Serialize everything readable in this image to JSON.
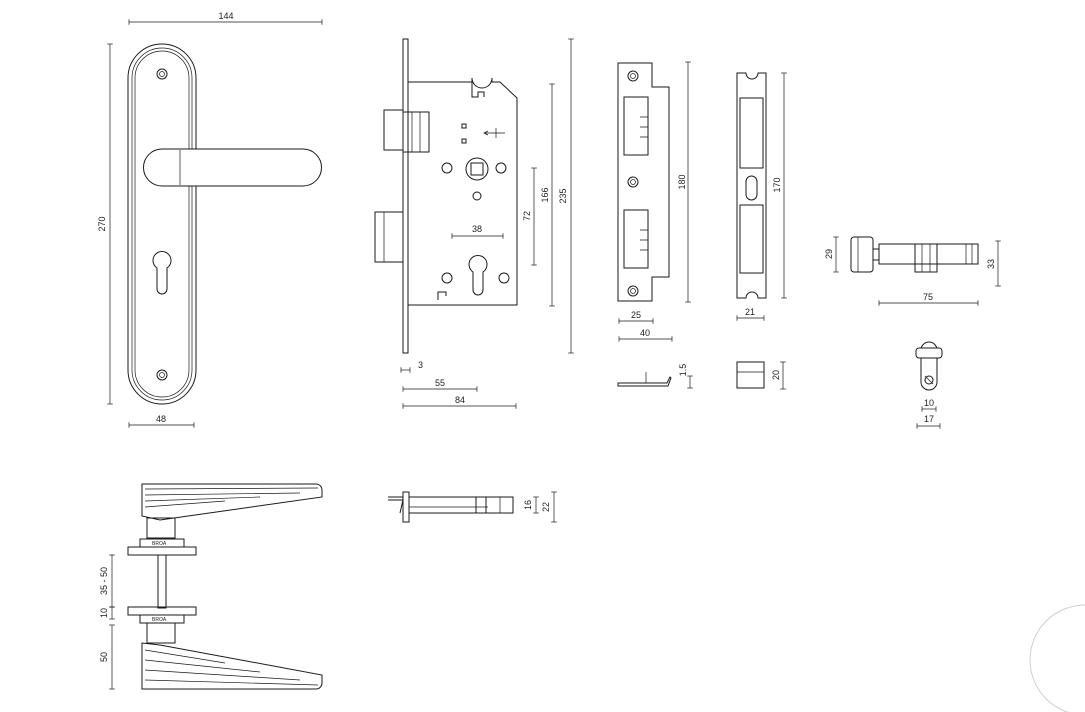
{
  "colors": {
    "line": "#1a1a1a",
    "background": "#ffffff"
  },
  "dimensions": {
    "plate_width": "144",
    "plate_height": "270",
    "plate_bottom_width": "48",
    "lock_height_total": "235",
    "lock_height_body": "166",
    "lock_center_distance": "72",
    "lock_backset_inner": "38",
    "faceplate_thickness": "3",
    "lock_backset": "55",
    "lock_depth": "84",
    "strike_height": "180",
    "strike_width_inner": "25",
    "strike_width_outer": "40",
    "strike_thickness": "1.5",
    "box_height": "170",
    "box_width": "21",
    "box_depth": "20",
    "cylinder_knob": "29",
    "cylinder_length": "75",
    "cylinder_height": "33",
    "cylinder_width_inner": "10",
    "cylinder_width_outer": "17",
    "bolt_inner": "16",
    "bolt_outer": "22",
    "door_thickness": "35 - 50",
    "rose_thickness": "10",
    "lever_height": "50"
  },
  "labels": {
    "rose_marking_top": "BROA",
    "rose_marking_bottom": "BROA"
  }
}
